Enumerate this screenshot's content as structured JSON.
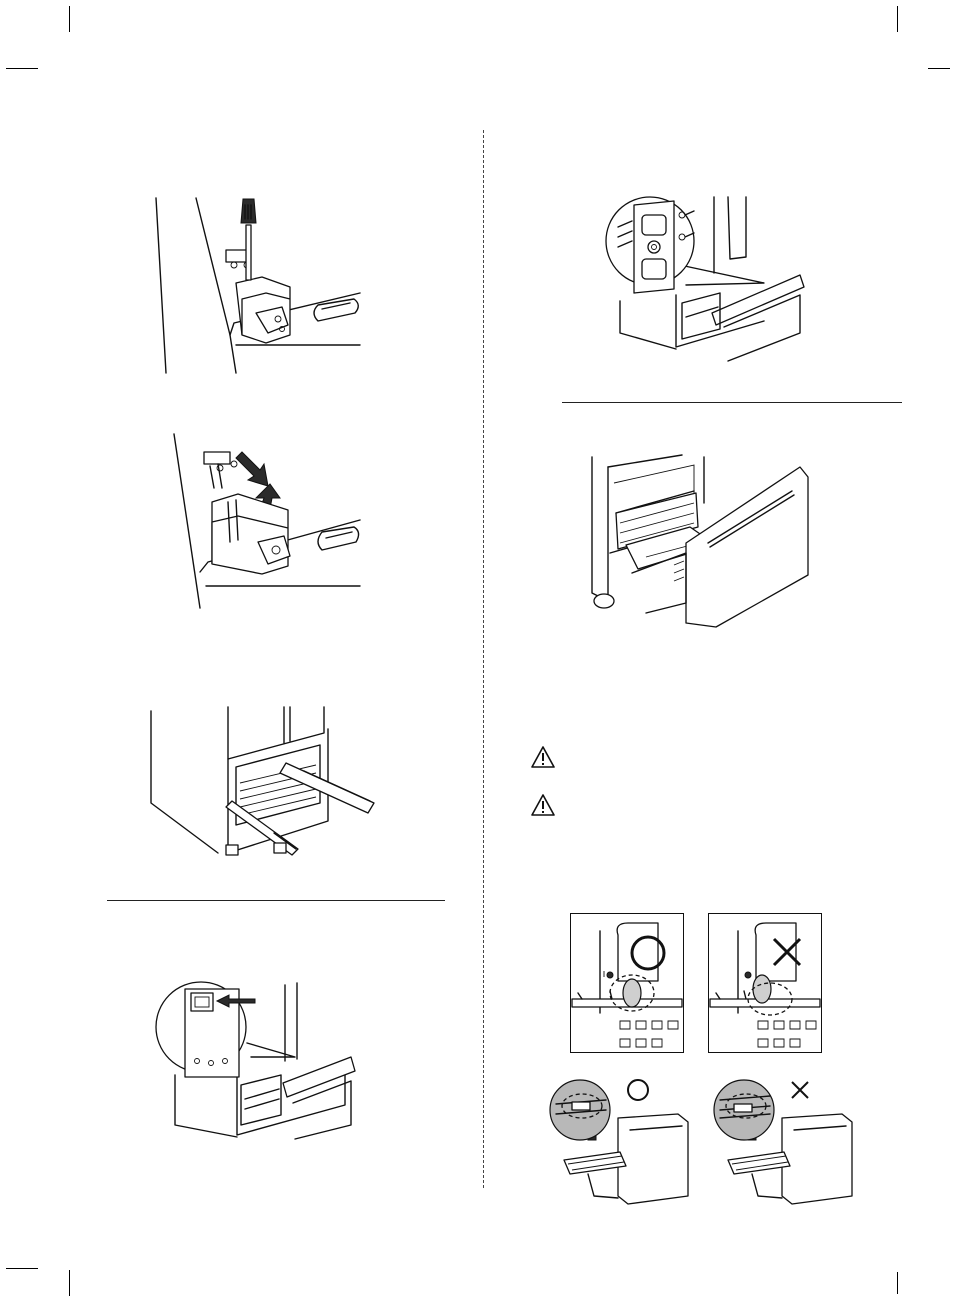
{
  "document": {
    "page_size": "953x1300",
    "text_content": []
  },
  "figures": {
    "left_column": [
      "door-hinge-screwdriver",
      "door-hinge-connector-arrows",
      "refrigerator-drawer-rails",
      "drawer-bracket-arrow"
    ],
    "right_column": [
      "drawer-bracket-screws",
      "drawer-installed-open",
      "drawer-wheel-comparison"
    ]
  },
  "icons": {
    "warning": "warning-triangle-icon",
    "correct": "circle-o-icon",
    "incorrect": "cross-x-icon"
  },
  "colors": {
    "ink": "#111111",
    "highlight": "#b8b8b8",
    "background": "#ffffff"
  }
}
